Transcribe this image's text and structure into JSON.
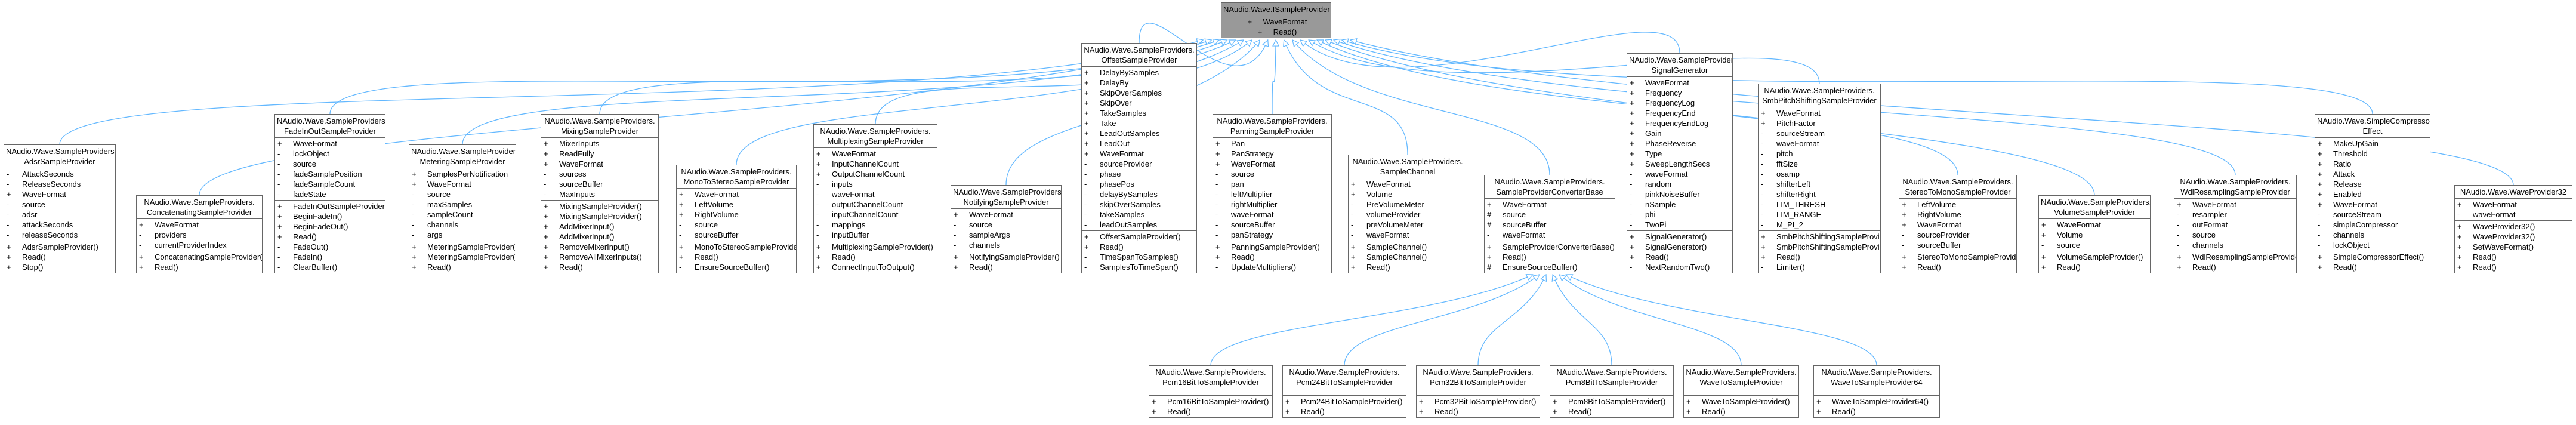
{
  "root": {
    "title": "NAudio.Wave.ISampleProvider",
    "members": [
      {
        "vis": "+",
        "name": "WaveFormat"
      },
      {
        "vis": "+",
        "name": "Read()"
      }
    ]
  },
  "top_classes": [
    {
      "title": "NAudio.Wave.SampleProviders.\nAdsrSampleProvider",
      "fields": [
        [
          "-",
          "AttackSeconds"
        ],
        [
          "-",
          "ReleaseSeconds"
        ],
        [
          "+",
          "WaveFormat"
        ],
        [
          "-",
          "source"
        ],
        [
          "-",
          "adsr"
        ],
        [
          "-",
          "attackSeconds"
        ],
        [
          "-",
          "releaseSeconds"
        ]
      ],
      "methods": [
        [
          "+",
          "AdsrSampleProvider()"
        ],
        [
          "+",
          "Read()"
        ],
        [
          "+",
          "Stop()"
        ]
      ]
    },
    {
      "title": "NAudio.Wave.SampleProviders.\nConcatenatingSampleProvider",
      "fields": [
        [
          "+",
          "WaveFormat"
        ],
        [
          "-",
          "providers"
        ],
        [
          "-",
          "currentProviderIndex"
        ]
      ],
      "methods": [
        [
          "+",
          "ConcatenatingSampleProvider()"
        ],
        [
          "+",
          "Read()"
        ]
      ]
    },
    {
      "title": "NAudio.Wave.SampleProviders.\nFadeInOutSampleProvider",
      "fields": [
        [
          "+",
          "WaveFormat"
        ],
        [
          "-",
          "lockObject"
        ],
        [
          "-",
          "source"
        ],
        [
          "-",
          "fadeSamplePosition"
        ],
        [
          "-",
          "fadeSampleCount"
        ],
        [
          "-",
          "fadeState"
        ]
      ],
      "methods": [
        [
          "+",
          "FadeInOutSampleProvider()"
        ],
        [
          "+",
          "BeginFadeIn()"
        ],
        [
          "+",
          "BeginFadeOut()"
        ],
        [
          "+",
          "Read()"
        ],
        [
          "-",
          "FadeOut()"
        ],
        [
          "-",
          "FadeIn()"
        ],
        [
          "-",
          "ClearBuffer()"
        ]
      ]
    },
    {
      "title": "NAudio.Wave.SampleProviders.\nMeteringSampleProvider",
      "fields": [
        [
          "+",
          "SamplesPerNotification"
        ],
        [
          "+",
          "WaveFormat"
        ],
        [
          "-",
          "source"
        ],
        [
          "-",
          "maxSamples"
        ],
        [
          "-",
          "sampleCount"
        ],
        [
          "-",
          "channels"
        ],
        [
          "-",
          "args"
        ]
      ],
      "methods": [
        [
          "+",
          "MeteringSampleProvider()"
        ],
        [
          "+",
          "MeteringSampleProvider()"
        ],
        [
          "+",
          "Read()"
        ]
      ]
    },
    {
      "title": "NAudio.Wave.SampleProviders.\nMixingSampleProvider",
      "fields": [
        [
          "+",
          "MixerInputs"
        ],
        [
          "+",
          "ReadFully"
        ],
        [
          "+",
          "WaveFormat"
        ],
        [
          "-",
          "sources"
        ],
        [
          "-",
          "sourceBuffer"
        ],
        [
          "-",
          "MaxInputs"
        ]
      ],
      "methods": [
        [
          "+",
          "MixingSampleProvider()"
        ],
        [
          "+",
          "MixingSampleProvider()"
        ],
        [
          "+",
          "AddMixerInput()"
        ],
        [
          "+",
          "AddMixerInput()"
        ],
        [
          "+",
          "RemoveMixerInput()"
        ],
        [
          "+",
          "RemoveAllMixerInputs()"
        ],
        [
          "+",
          "Read()"
        ]
      ]
    },
    {
      "title": "NAudio.Wave.SampleProviders.\nMonoToStereoSampleProvider",
      "fields": [
        [
          "+",
          "WaveFormat"
        ],
        [
          "+",
          "LeftVolume"
        ],
        [
          "+",
          "RightVolume"
        ],
        [
          "-",
          "source"
        ],
        [
          "-",
          "sourceBuffer"
        ]
      ],
      "methods": [
        [
          "+",
          "MonoToStereoSampleProvider()"
        ],
        [
          "+",
          "Read()"
        ],
        [
          "-",
          "EnsureSourceBuffer()"
        ]
      ]
    },
    {
      "title": "NAudio.Wave.SampleProviders.\nMultiplexingSampleProvider",
      "fields": [
        [
          "+",
          "WaveFormat"
        ],
        [
          "+",
          "InputChannelCount"
        ],
        [
          "+",
          "OutputChannelCount"
        ],
        [
          "-",
          "inputs"
        ],
        [
          "-",
          "waveFormat"
        ],
        [
          "-",
          "outputChannelCount"
        ],
        [
          "-",
          "inputChannelCount"
        ],
        [
          "-",
          "mappings"
        ],
        [
          "-",
          "inputBuffer"
        ]
      ],
      "methods": [
        [
          "+",
          "MultiplexingSampleProvider()"
        ],
        [
          "+",
          "Read()"
        ],
        [
          "+",
          "ConnectInputToOutput()"
        ]
      ]
    },
    {
      "title": "NAudio.Wave.SampleProviders.\nNotifyingSampleProvider",
      "fields": [
        [
          "+",
          "WaveFormat"
        ],
        [
          "-",
          "source"
        ],
        [
          "-",
          "sampleArgs"
        ],
        [
          "-",
          "channels"
        ]
      ],
      "methods": [
        [
          "+",
          "NotifyingSampleProvider()"
        ],
        [
          "+",
          "Read()"
        ]
      ]
    },
    {
      "title": "NAudio.Wave.SampleProviders.\nOffsetSampleProvider",
      "fields": [
        [
          "+",
          "DelayBySamples"
        ],
        [
          "+",
          "DelayBy"
        ],
        [
          "+",
          "SkipOverSamples"
        ],
        [
          "+",
          "SkipOver"
        ],
        [
          "+",
          "TakeSamples"
        ],
        [
          "+",
          "Take"
        ],
        [
          "+",
          "LeadOutSamples"
        ],
        [
          "+",
          "LeadOut"
        ],
        [
          "+",
          "WaveFormat"
        ],
        [
          "-",
          "sourceProvider"
        ],
        [
          "-",
          "phase"
        ],
        [
          "-",
          "phasePos"
        ],
        [
          "-",
          "delayBySamples"
        ],
        [
          "-",
          "skipOverSamples"
        ],
        [
          "-",
          "takeSamples"
        ],
        [
          "-",
          "leadOutSamples"
        ]
      ],
      "methods": [
        [
          "+",
          "OffsetSampleProvider()"
        ],
        [
          "+",
          "Read()"
        ],
        [
          "-",
          "TimeSpanToSamples()"
        ],
        [
          "-",
          "SamplesToTimeSpan()"
        ]
      ]
    },
    {
      "title": "NAudio.Wave.SampleProviders.\nPanningSampleProvider",
      "fields": [
        [
          "+",
          "Pan"
        ],
        [
          "+",
          "PanStrategy"
        ],
        [
          "+",
          "WaveFormat"
        ],
        [
          "-",
          "source"
        ],
        [
          "-",
          "pan"
        ],
        [
          "-",
          "leftMultiplier"
        ],
        [
          "-",
          "rightMultiplier"
        ],
        [
          "-",
          "waveFormat"
        ],
        [
          "-",
          "sourceBuffer"
        ],
        [
          "-",
          "panStrategy"
        ]
      ],
      "methods": [
        [
          "+",
          "PanningSampleProvider()"
        ],
        [
          "+",
          "Read()"
        ],
        [
          "-",
          "UpdateMultipliers()"
        ]
      ]
    },
    {
      "title": "NAudio.Wave.SampleProviders.\nSampleChannel",
      "fields": [
        [
          "+",
          "WaveFormat"
        ],
        [
          "+",
          "Volume"
        ],
        [
          "-",
          "PreVolumeMeter"
        ],
        [
          "-",
          "volumeProvider"
        ],
        [
          "-",
          "preVolumeMeter"
        ],
        [
          "-",
          "waveFormat"
        ]
      ],
      "methods": [
        [
          "+",
          "SampleChannel()"
        ],
        [
          "+",
          "SampleChannel()"
        ],
        [
          "+",
          "Read()"
        ]
      ]
    },
    {
      "title": "NAudio.Wave.SampleProviders.\nSampleProviderConverterBase",
      "fields": [
        [
          "+",
          "WaveFormat"
        ],
        [
          "#",
          "source"
        ],
        [
          "#",
          "sourceBuffer"
        ],
        [
          "-",
          "waveFormat"
        ]
      ],
      "methods": [
        [
          "+",
          "SampleProviderConverterBase()"
        ],
        [
          "+",
          "Read()"
        ],
        [
          "#",
          "EnsureSourceBuffer()"
        ]
      ]
    },
    {
      "title": "NAudio.Wave.SampleProviders.\nSignalGenerator",
      "fields": [
        [
          "+",
          "WaveFormat"
        ],
        [
          "+",
          "Frequency"
        ],
        [
          "+",
          "FrequencyLog"
        ],
        [
          "+",
          "FrequencyEnd"
        ],
        [
          "+",
          "FrequencyEndLog"
        ],
        [
          "+",
          "Gain"
        ],
        [
          "+",
          "PhaseReverse"
        ],
        [
          "+",
          "Type"
        ],
        [
          "+",
          "SweepLengthSecs"
        ],
        [
          "-",
          "waveFormat"
        ],
        [
          "-",
          "random"
        ],
        [
          "-",
          "pinkNoiseBuffer"
        ],
        [
          "-",
          "nSample"
        ],
        [
          "-",
          "phi"
        ],
        [
          "-",
          "TwoPi"
        ]
      ],
      "methods": [
        [
          "+",
          "SignalGenerator()"
        ],
        [
          "+",
          "SignalGenerator()"
        ],
        [
          "+",
          "Read()"
        ],
        [
          "-",
          "NextRandomTwo()"
        ]
      ]
    },
    {
      "title": "NAudio.Wave.SampleProviders.\nSmbPitchShiftingSampleProvider",
      "fields": [
        [
          "+",
          "WaveFormat"
        ],
        [
          "+",
          "PitchFactor"
        ],
        [
          "-",
          "sourceStream"
        ],
        [
          "-",
          "waveFormat"
        ],
        [
          "-",
          "pitch"
        ],
        [
          "-",
          "fftSize"
        ],
        [
          "-",
          "osamp"
        ],
        [
          "-",
          "shifterLeft"
        ],
        [
          "-",
          "shifterRight"
        ],
        [
          "-",
          "LIM_THRESH"
        ],
        [
          "-",
          "LIM_RANGE"
        ],
        [
          "-",
          "M_PI_2"
        ]
      ],
      "methods": [
        [
          "+",
          "SmbPitchShiftingSampleProvider()"
        ],
        [
          "+",
          "SmbPitchShiftingSampleProvider()"
        ],
        [
          "+",
          "Read()"
        ],
        [
          "-",
          "Limiter()"
        ]
      ]
    },
    {
      "title": "NAudio.Wave.SampleProviders.\nStereoToMonoSampleProvider",
      "fields": [
        [
          "+",
          "LeftVolume"
        ],
        [
          "+",
          "RightVolume"
        ],
        [
          "+",
          "WaveFormat"
        ],
        [
          "-",
          "sourceProvider"
        ],
        [
          "-",
          "sourceBuffer"
        ]
      ],
      "methods": [
        [
          "+",
          "StereoToMonoSampleProvider()"
        ],
        [
          "+",
          "Read()"
        ]
      ]
    },
    {
      "title": "NAudio.Wave.SampleProviders.\nVolumeSampleProvider",
      "fields": [
        [
          "+",
          "WaveFormat"
        ],
        [
          "+",
          "Volume"
        ],
        [
          "-",
          "source"
        ]
      ],
      "methods": [
        [
          "+",
          "VolumeSampleProvider()"
        ],
        [
          "+",
          "Read()"
        ]
      ]
    },
    {
      "title": "NAudio.Wave.SampleProviders.\nWdlResamplingSampleProvider",
      "fields": [
        [
          "+",
          "WaveFormat"
        ],
        [
          "-",
          "resampler"
        ],
        [
          "-",
          "outFormat"
        ],
        [
          "-",
          "source"
        ],
        [
          "-",
          "channels"
        ]
      ],
      "methods": [
        [
          "+",
          "WdlResamplingSampleProvider()"
        ],
        [
          "+",
          "Read()"
        ]
      ]
    },
    {
      "title": "NAudio.Wave.SimpleCompressor\nEffect",
      "fields": [
        [
          "+",
          "MakeUpGain"
        ],
        [
          "+",
          "Threshold"
        ],
        [
          "+",
          "Ratio"
        ],
        [
          "+",
          "Attack"
        ],
        [
          "+",
          "Release"
        ],
        [
          "+",
          "Enabled"
        ],
        [
          "+",
          "WaveFormat"
        ],
        [
          "-",
          "sourceStream"
        ],
        [
          "-",
          "simpleCompressor"
        ],
        [
          "-",
          "channels"
        ],
        [
          "-",
          "lockObject"
        ]
      ],
      "methods": [
        [
          "+",
          "SimpleCompressorEffect()"
        ],
        [
          "+",
          "Read()"
        ]
      ]
    },
    {
      "title": "NAudio.Wave.WaveProvider32",
      "fields": [
        [
          "+",
          "WaveFormat"
        ],
        [
          "-",
          "waveFormat"
        ]
      ],
      "methods": [
        [
          "+",
          "WaveProvider32()"
        ],
        [
          "+",
          "WaveProvider32()"
        ],
        [
          "+",
          "SetWaveFormat()"
        ],
        [
          "+",
          "Read()"
        ],
        [
          "+",
          "Read()"
        ]
      ]
    }
  ],
  "sub_classes": [
    {
      "title": "NAudio.Wave.SampleProviders.\nPcm16BitToSampleProvider",
      "fields": [],
      "methods": [
        [
          "+",
          "Pcm16BitToSampleProvider()"
        ],
        [
          "+",
          "Read()"
        ]
      ]
    },
    {
      "title": "NAudio.Wave.SampleProviders.\nPcm24BitToSampleProvider",
      "fields": [],
      "methods": [
        [
          "+",
          "Pcm24BitToSampleProvider()"
        ],
        [
          "+",
          "Read()"
        ]
      ]
    },
    {
      "title": "NAudio.Wave.SampleProviders.\nPcm32BitToSampleProvider",
      "fields": [],
      "methods": [
        [
          "+",
          "Pcm32BitToSampleProvider()"
        ],
        [
          "+",
          "Read()"
        ]
      ]
    },
    {
      "title": "NAudio.Wave.SampleProviders.\nPcm8BitToSampleProvider",
      "fields": [],
      "methods": [
        [
          "+",
          "Pcm8BitToSampleProvider()"
        ],
        [
          "+",
          "Read()"
        ]
      ]
    },
    {
      "title": "NAudio.Wave.SampleProviders.\nWaveToSampleProvider",
      "fields": [],
      "methods": [
        [
          "+",
          "WaveToSampleProvider()"
        ],
        [
          "+",
          "Read()"
        ]
      ]
    },
    {
      "title": "NAudio.Wave.SampleProviders.\nWaveToSampleProvider64",
      "fields": [],
      "methods": [
        [
          "+",
          "WaveToSampleProvider64()"
        ],
        [
          "+",
          "Read()"
        ]
      ]
    }
  ],
  "colors": {
    "root_fill": "#999999",
    "box_border": "#666666",
    "inheritance_arrow": "#63b8ff"
  }
}
